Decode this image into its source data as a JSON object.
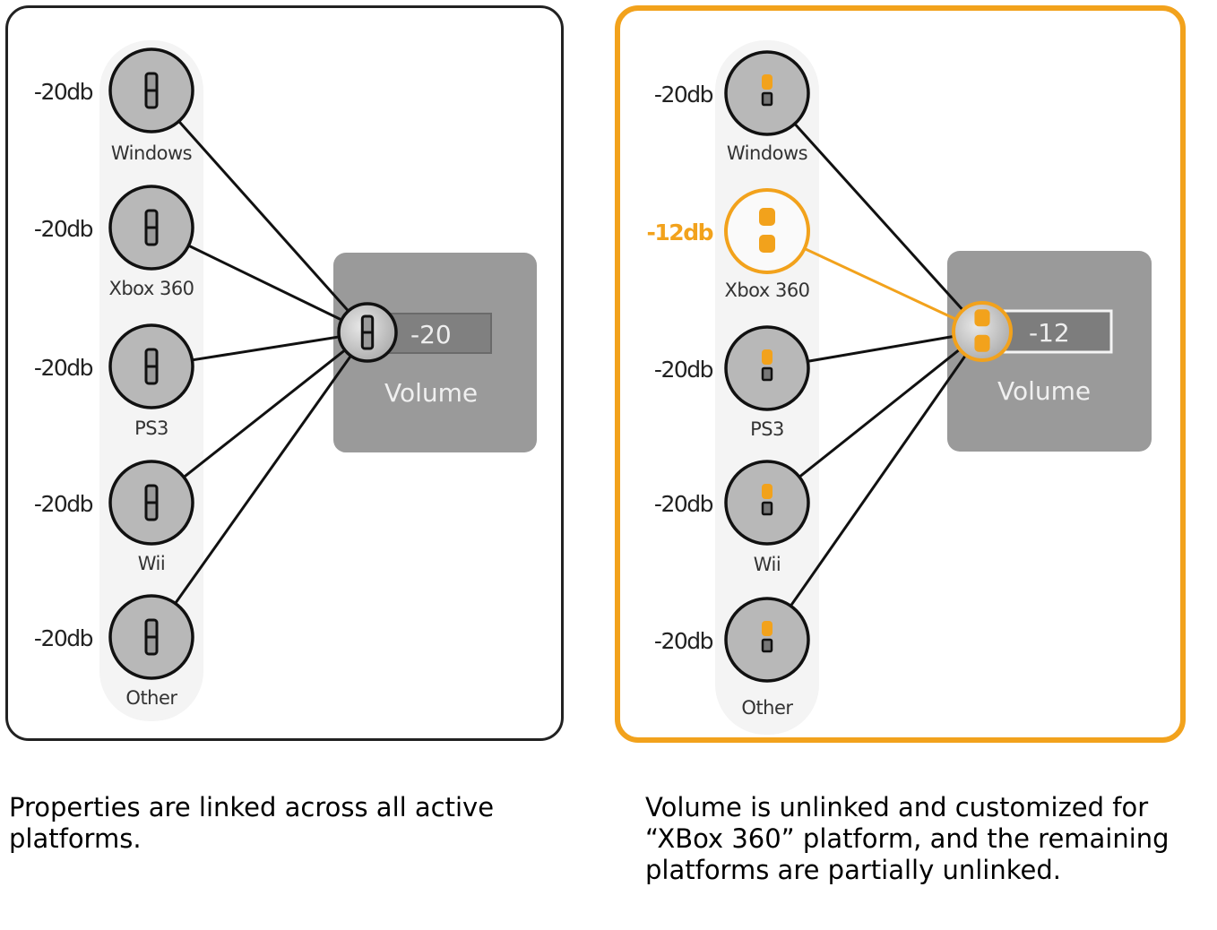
{
  "colors": {
    "accent": "#f2a21c",
    "node_fill": "#b8b8b8",
    "volume_box": "#9a9a9a",
    "column_bg": "#f4f4f4",
    "link_line": "#111111"
  },
  "panels": [
    {
      "id": "left",
      "state": "linked",
      "volume_node": {
        "label": "Volume",
        "value": "-20",
        "icon": "link-slider-icon"
      },
      "platforms": [
        {
          "name": "Windows",
          "db": "-20db",
          "customized": false,
          "icon": "link-slider-icon"
        },
        {
          "name": "Xbox 360",
          "db": "-20db",
          "customized": false,
          "icon": "link-slider-icon"
        },
        {
          "name": "PS3",
          "db": "-20db",
          "customized": false,
          "icon": "link-slider-icon"
        },
        {
          "name": "Wii",
          "db": "-20db",
          "customized": false,
          "icon": "link-slider-icon"
        },
        {
          "name": "Other",
          "db": "-20db",
          "customized": false,
          "icon": "link-slider-icon"
        }
      ],
      "caption": "Properties are linked across all active platforms."
    },
    {
      "id": "right",
      "state": "unlinked",
      "volume_node": {
        "label": "Volume",
        "value": "-12",
        "icon": "unlinked-slider-icon"
      },
      "platforms": [
        {
          "name": "Windows",
          "db": "-20db",
          "customized": false,
          "icon": "partial-link-icon"
        },
        {
          "name": "Xbox 360",
          "db": "-12db",
          "customized": true,
          "icon": "unlinked-icon"
        },
        {
          "name": "PS3",
          "db": "-20db",
          "customized": false,
          "icon": "partial-link-icon"
        },
        {
          "name": "Wii",
          "db": "-20db",
          "customized": false,
          "icon": "partial-link-icon"
        },
        {
          "name": "Other",
          "db": "-20db",
          "customized": false,
          "icon": "partial-link-icon"
        }
      ],
      "caption": "Volume is unlinked and customized for “XBox 360” platform, and the remaining platforms are partially unlinked."
    }
  ]
}
